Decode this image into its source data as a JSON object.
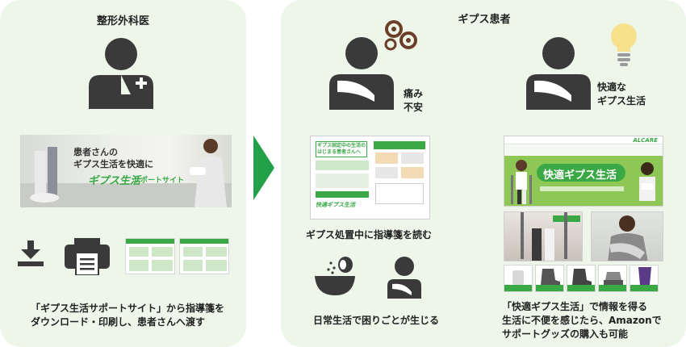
{
  "doctor": {
    "title": "整形外科医",
    "banner_caption_line1": "患者さんの",
    "banner_caption_line2": "ギプス生活を快適に",
    "banner_brand": "ギプス生活",
    "banner_brand_sub": "サポートサイト",
    "caption_line1": "「ギプス生活サポートサイト」から指導箋を",
    "caption_line2": "ダウンロード・印刷し、患者さんへ渡す"
  },
  "patient": {
    "title": "ギプス患者",
    "worry_line1": "痛み",
    "worry_line2": "不安",
    "comfort_line1": "快適な",
    "comfort_line2": "ギプス生活",
    "read_caption": "ギプス処置中に指導箋を読む",
    "daily_caption": "日常生活で困りごとが生じる",
    "caption_line1": "「快適ギプス生活」で情報を得る",
    "caption_line2": "生活に不便を感じたら、Amazonで",
    "caption_line3": "サポートグッズの購入も可能"
  },
  "brochure": {
    "title_line1": "ギプス固定中の生活の",
    "title_line2": "はじまる患者さんへ",
    "brand": "快適ギプス生活"
  },
  "website": {
    "logo": "ALCARE",
    "hero_title": "快適ギプス生活"
  },
  "colors": {
    "panel": "#eef6ea",
    "arrow": "#22a04a",
    "brand_green": "#3aa845",
    "icon_dark": "#3a3a3a",
    "bulb": "#f7e18a",
    "swirl": "#6b3e2a"
  }
}
